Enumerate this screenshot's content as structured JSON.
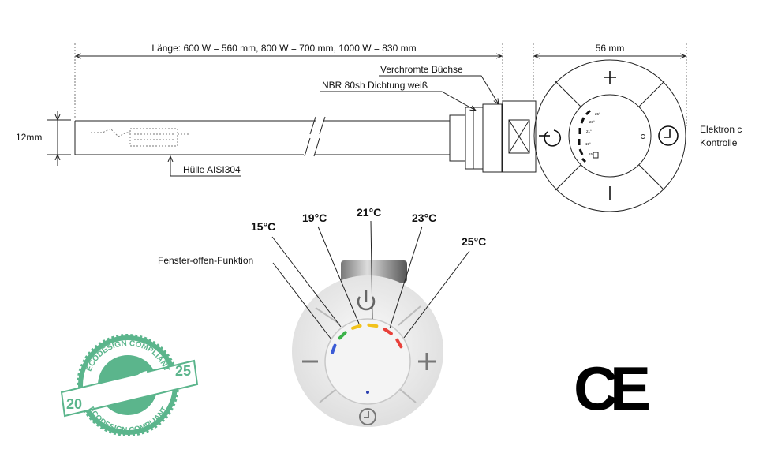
{
  "drawing": {
    "length_label": "Länge: 600 W = 560 mm, 800 W = 700 mm, 1000 W = 830 mm",
    "width_label": "56 mm",
    "diameter_label": "12mm",
    "bushing_label": "Verchromte Büchse",
    "seal_label": "NBR 80sh Dichtung weiß",
    "sheath_label": "Hülle AISI304",
    "control_label_line1": "Elektron c",
    "control_label_line2": "Kontrolle",
    "mini_temps": [
      "15°",
      "19°",
      "21°",
      "23°",
      "25°"
    ]
  },
  "knob": {
    "window_function_label": "Fenster-offen-Funktion",
    "temps": [
      "15°C",
      "19°C",
      "21°C",
      "23°C",
      "25°C"
    ],
    "led_colors": [
      "#3b5bd6",
      "#3cb34a",
      "#f2c21b",
      "#f2c21b",
      "#e8403a",
      "#e8403a"
    ]
  },
  "badge": {
    "text_top": "ECODESIGN COMPLIANT",
    "text_bottom": "ECODESIGN COMPLIANT",
    "year_left": "20",
    "year_right": "25",
    "color": "#5bb58c"
  },
  "ce_mark": "CE"
}
